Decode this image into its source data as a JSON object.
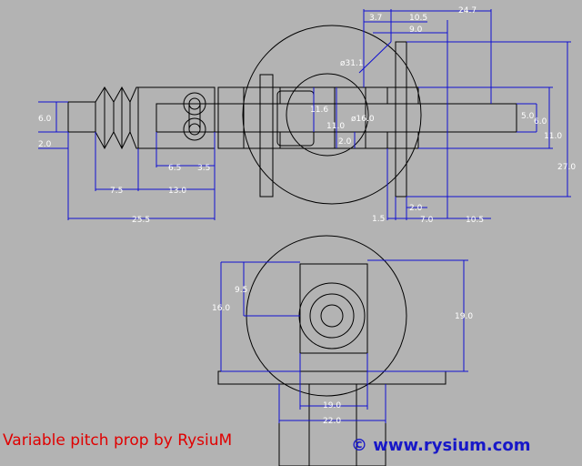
{
  "title": "Variable pitch prop by RysiuM",
  "credit": "© www.rysium.com",
  "colors": {
    "background": "#b3b3b3",
    "outline": "#000000",
    "dimension": "#1010d0",
    "dimension_text": "#ffffff",
    "title": "#e00000",
    "credit": "#1818c8"
  },
  "dims": {
    "top_24_7": "24.7",
    "top_3_7": "3.7",
    "top_10_5": "10.5",
    "top_9_0": "9.0",
    "dia_31_1": "ø31.1",
    "dia_16_0": "ø16.0",
    "v_11_6": "11.6",
    "v_11_0_inner": "11.0",
    "v_2_0": "2.0",
    "r_5_0": "5.0",
    "r_6_0": "6.0",
    "r_11_0": "11.0",
    "r_27_0": "27.0",
    "l_6_0": "6.0",
    "l_2_0": "2.0",
    "b_6_5": "6.5",
    "b_3_5": "3.5",
    "b_7_5": "7.5",
    "b_13_0": "13.0",
    "b_25_5": "25.5",
    "b_1_5": "1.5",
    "b_2_0": "2.0",
    "b_7_0": "7.0",
    "b_10_5": "10.5",
    "front_9_5": "9.5",
    "front_16_0": "16.0",
    "front_19_0_right": "19.0",
    "front_19_0": "19.0",
    "front_22_0": "22.0"
  }
}
